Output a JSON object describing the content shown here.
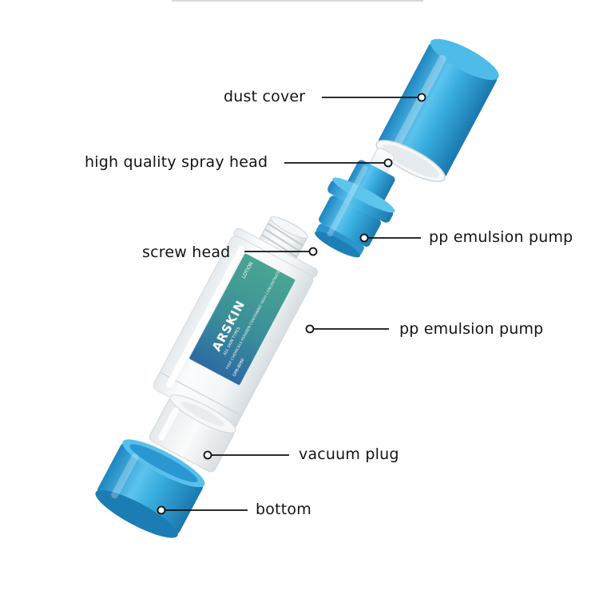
{
  "labels": {
    "dust_cover": "dust cover",
    "spray_head": "high quality spray head",
    "pump_upper": "pp emulsion pump",
    "screw_head": "screw head",
    "pump_lower": "pp emulsion pump",
    "vacuum_plug": "vacuum plug",
    "bottom": "bottom"
  },
  "bottle_label": {
    "top": "LOTION",
    "brand": "ARSKIN",
    "tagline": "ALL SKIN TYPES",
    "side": "OPB-8080",
    "fineprint": "FREE CHEMICALS PARABEN CONTAINING HIGH CONCENTRATE"
  },
  "colors": {
    "cap_blue": "#3aaee0",
    "cap_blue_dark": "#1f86bf",
    "label_teal": "#3b9a8c",
    "label_blue": "#2e6fa6"
  }
}
